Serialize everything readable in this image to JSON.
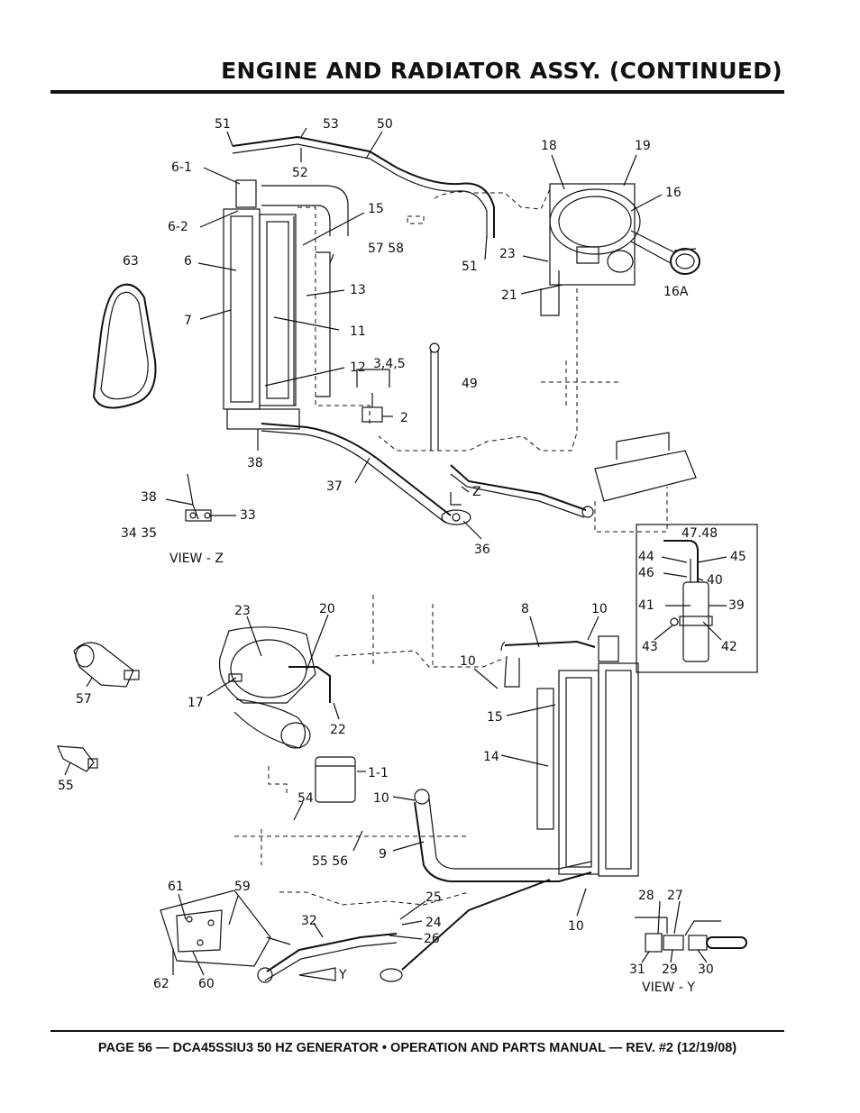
{
  "header": {
    "title": "ENGINE AND RADIATOR ASSY. (CONTINUED)"
  },
  "footer": {
    "text": "PAGE 56 — DCA45SSIU3 50 HZ GENERATOR • OPERATION AND PARTS MANUAL — REV. #2 (12/19/08)"
  },
  "diagram": {
    "callouts_top": [
      "51",
      "53",
      "50",
      "6-1",
      "52",
      "18",
      "19",
      "6-2",
      "15",
      "16",
      "63",
      "57 58",
      "23",
      "6",
      "51",
      "13",
      "21",
      "16A",
      "7",
      "11",
      "12",
      "3,4,5",
      "49",
      "2",
      "38",
      "37",
      "Z",
      "38",
      "33",
      "34 35",
      "36",
      "VIEW - Z",
      "47.48",
      "44",
      "45",
      "46",
      "40",
      "41",
      "39",
      "43",
      "42"
    ],
    "callouts_bottom": [
      "23",
      "20",
      "8",
      "10",
      "10",
      "17",
      "57",
      "22",
      "15",
      "14",
      "55",
      "1-1",
      "54",
      "10",
      "9",
      "55 56",
      "61",
      "59",
      "25",
      "24",
      "28",
      "27",
      "32",
      "26",
      "10",
      "Y",
      "62",
      "60",
      "31",
      "29",
      "30",
      "VIEW - Y"
    ]
  }
}
